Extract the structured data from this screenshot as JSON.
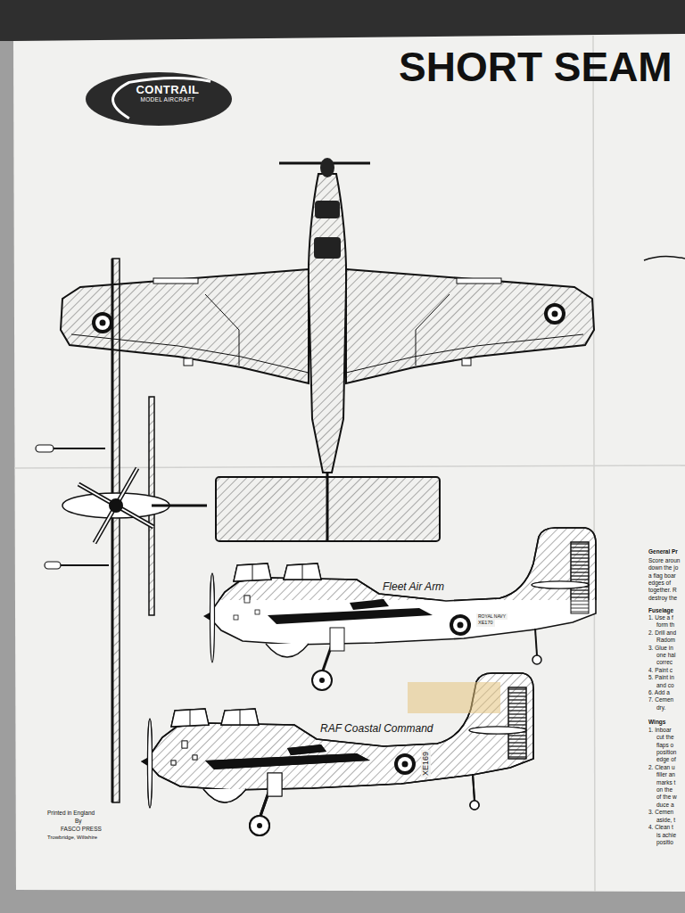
{
  "diagram": {
    "title": "SHORT SEAM",
    "nodes": [
      {
        "text": [
          "CONTRAIL",
          "MODEL AIRCRAFT"
        ]
      }
    ],
    "labels": [
      "Fleet Air Arm",
      "ROYAL NAVY",
      "XE170",
      "RAF Coastal Command",
      "XE169",
      "Printed in England",
      "By",
      "FASCO PRESS",
      "Trowbridge, Wiltshire",
      "General Pr",
      "Score aroun",
      "down the jo",
      "a flag boar",
      "edges of",
      "together. R",
      "destroy the",
      "Fuselage",
      "1. Use a f",
      "form th",
      "2. Drill and",
      "Radom",
      "3. Glue in",
      "one hal",
      "correc",
      "4. Paint c",
      "5. Paint in",
      "and co",
      "6. Add a",
      "7. Cemen",
      "dry.",
      "Wings",
      "1. Inboar",
      "cut the",
      "flaps o",
      "position",
      "edge of",
      "2. Clean u",
      "filler an",
      "marks t",
      "on the",
      "of the w",
      "duce a",
      "3. Cemen",
      "aside, t",
      "4. Clean t",
      "is achie",
      "positio"
    ]
  }
}
